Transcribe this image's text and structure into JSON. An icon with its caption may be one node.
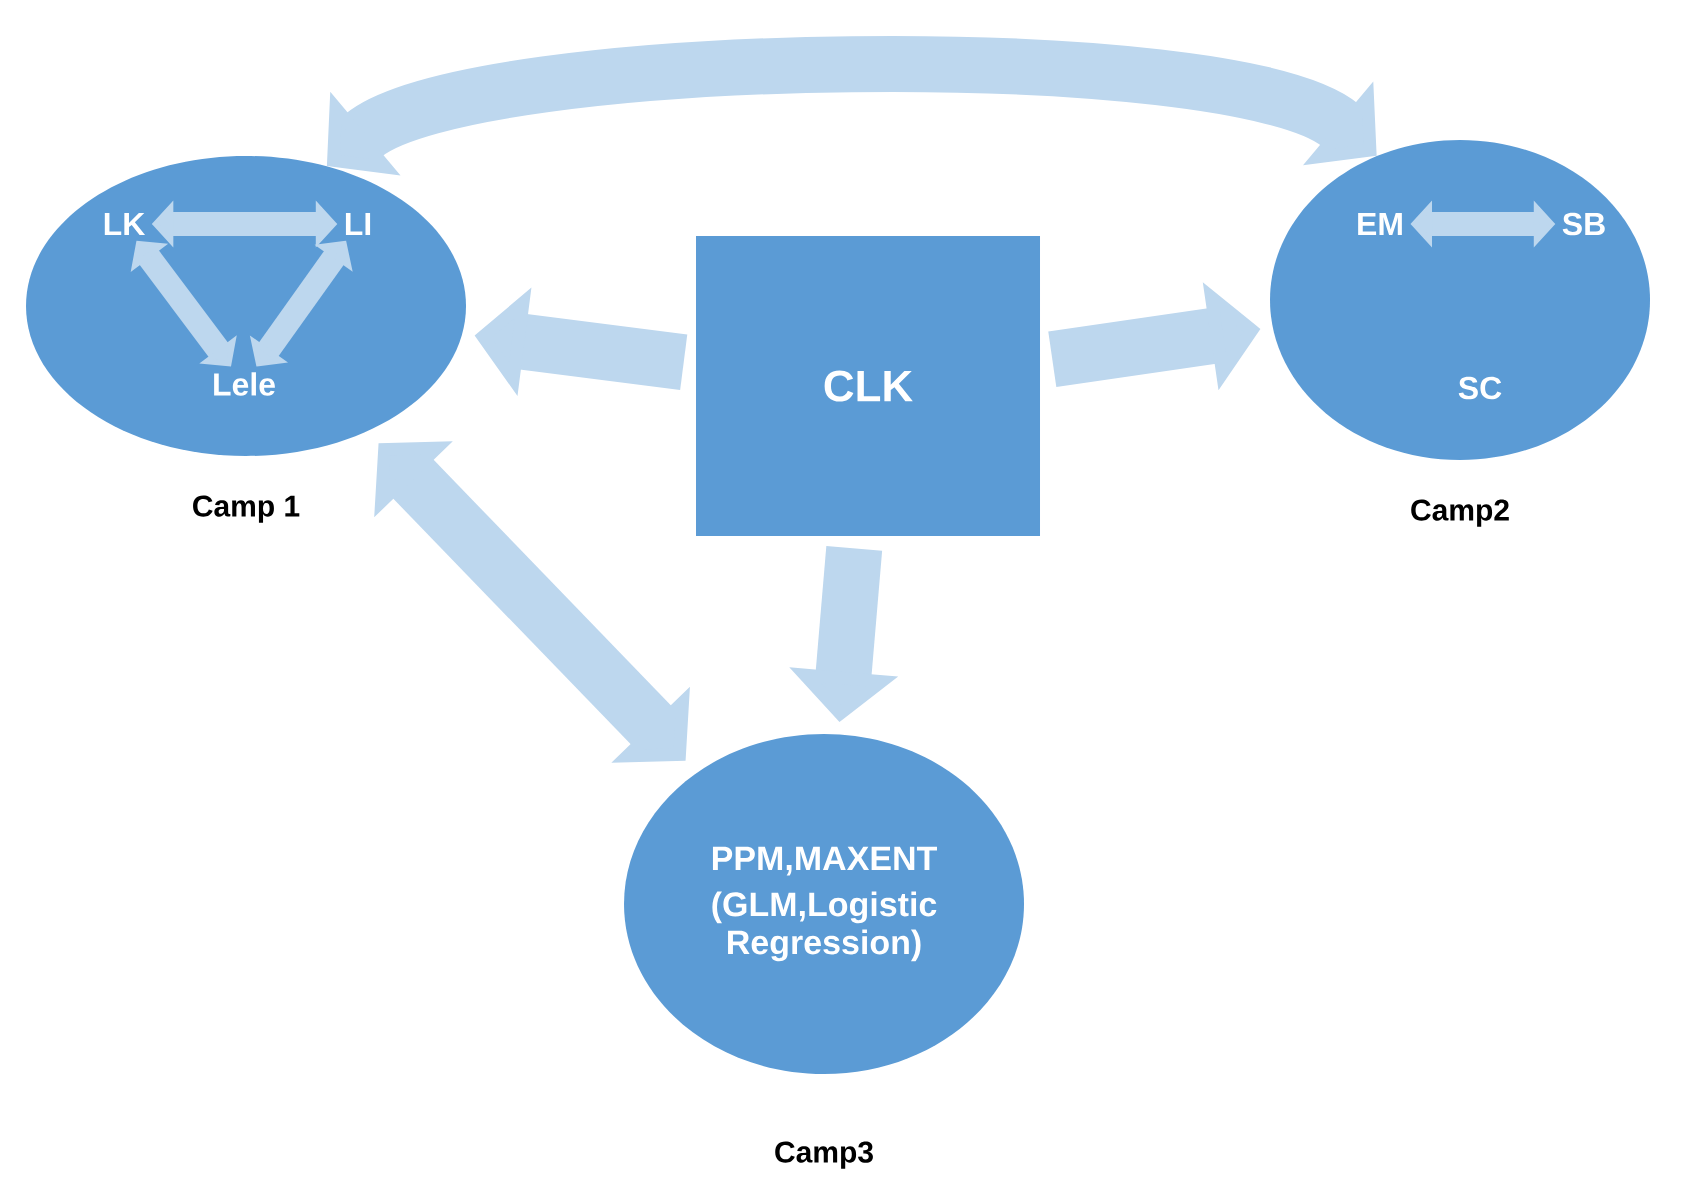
{
  "diagram": {
    "nodes": [
      {
        "text": [
          "Camp 1"
        ]
      },
      {
        "text": [
          "LK"
        ],
        "in": 0
      },
      {
        "text": [
          "LI"
        ],
        "in": 0
      },
      {
        "text": [
          "Lele"
        ],
        "in": 0
      },
      {
        "text": [
          "Camp2"
        ]
      },
      {
        "text": [
          "EM"
        ],
        "in": 4
      },
      {
        "text": [
          "SB"
        ],
        "in": 4
      },
      {
        "text": [
          "SC"
        ],
        "in": 4
      },
      {
        "text": [
          "CLK"
        ]
      },
      {
        "text": [
          "PPM,MAXENT",
          "(GLM,Logistic Regression)",
          "Camp3"
        ]
      }
    ],
    "edges": [
      {
        "from": 0,
        "to": 4,
        "arrow": "both"
      },
      {
        "from": 1,
        "to": 2,
        "arrow": "both"
      },
      {
        "from": 1,
        "to": 3,
        "arrow": "both"
      },
      {
        "from": 2,
        "to": 3,
        "arrow": "both"
      },
      {
        "from": 5,
        "to": 6,
        "arrow": "both"
      },
      {
        "from": 8,
        "to": 0,
        "arrow": "to"
      },
      {
        "from": 8,
        "to": 4,
        "arrow": "to"
      },
      {
        "from": 8,
        "to": 9,
        "arrow": "to"
      },
      {
        "from": 0,
        "to": 9,
        "arrow": "both"
      }
    ]
  }
}
